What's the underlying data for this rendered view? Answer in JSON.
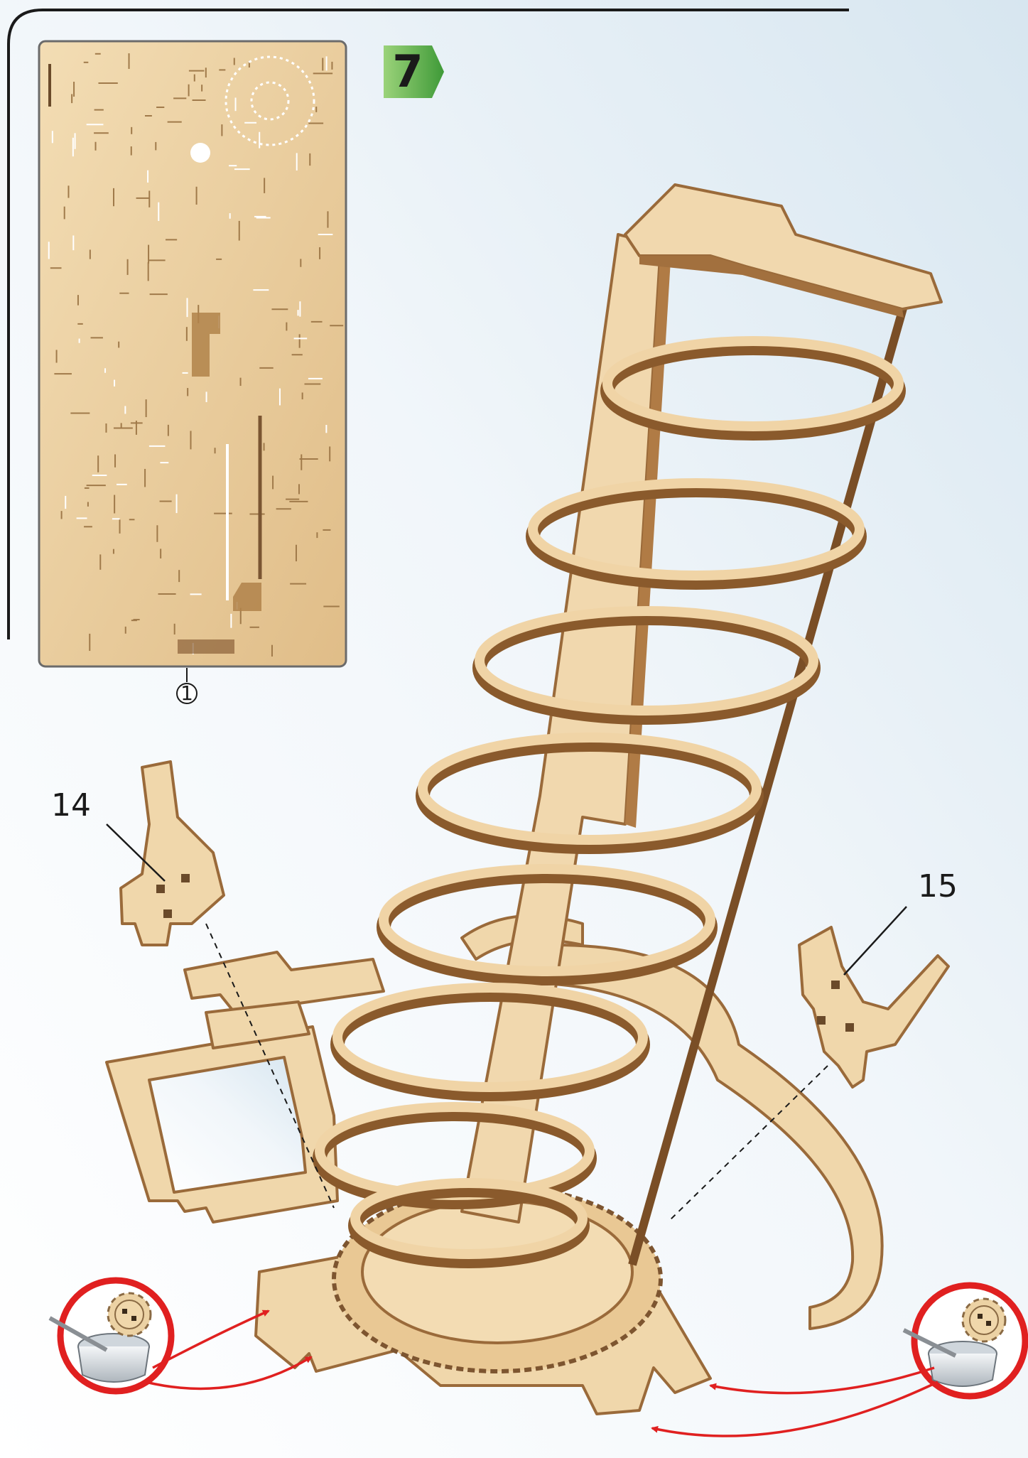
{
  "step": {
    "number": "7"
  },
  "sheet": {
    "number": "1"
  },
  "parts": [
    {
      "number": "14"
    },
    {
      "number": "15"
    }
  ],
  "colors": {
    "wood_light": "#f1d8ae",
    "wood_mid": "#e2c08d",
    "wood_edge": "#9a6a3a",
    "step_badge": "#5cb34a",
    "glue_ring": "#e02020",
    "arrow": "#e02020",
    "frame": "#1a1a1a"
  },
  "icons": [
    "glue-pot-icon",
    "gear-icon"
  ]
}
